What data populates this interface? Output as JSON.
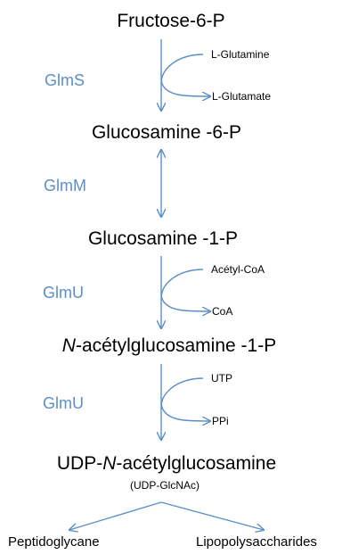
{
  "colors": {
    "enzyme": "#5b8fc9",
    "arrow": "#5b8fc9",
    "text": "#000000"
  },
  "metabolites": {
    "m1": "Fructose-6-P",
    "m2": "Glucosamine -6-P",
    "m3": "Glucosamine -1-P",
    "m4_italic": "N",
    "m4_rest": "-acétylglucosamine -1-P",
    "m5_pre": "UDP-",
    "m5_italic": "N",
    "m5_rest": "-acétylglucosamine",
    "m5_abbrev": "(UDP-GlcNAc)"
  },
  "enzymes": {
    "e1": "GlmS",
    "e2": "GlmM",
    "e3": "GlmU",
    "e4": "GlmU"
  },
  "cosubstrates": {
    "s1_in": "L-Glutamine",
    "s1_out": "L-Glutamate",
    "s3_in": "Acétyl-CoA",
    "s3_out": "CoA",
    "s4_in": "UTP",
    "s4_out": "PPi"
  },
  "products": {
    "left": "Peptidoglycane",
    "right": "Lipopolysaccharides"
  }
}
